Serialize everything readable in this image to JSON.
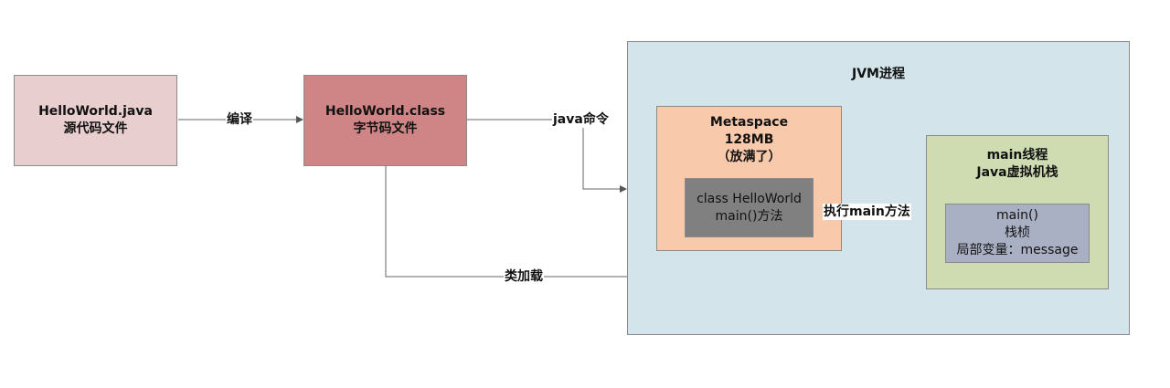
{
  "source_box": {
    "line1": "HelloWorld.java",
    "line2": "源代码文件"
  },
  "class_box": {
    "line1": "HelloWorld.class",
    "line2": "字节码文件"
  },
  "jvm": {
    "title": "JVM进程"
  },
  "metaspace": {
    "line1": "Metaspace",
    "line2": "128MB",
    "line3": "（放满了）"
  },
  "class_in_meta": {
    "line1": "class HelloWorld",
    "line2": "main()方法"
  },
  "main_thread": {
    "line1": "main线程",
    "line2": "Java虚拟机栈"
  },
  "frame": {
    "line1": "main()",
    "line2": "栈桢",
    "line3": "局部变量：message"
  },
  "edges": {
    "compile": "编译",
    "java_cmd": "java命令",
    "class_load": "类加载",
    "exec_main": "执行main方法"
  },
  "colors": {
    "source_fill": "#e8cece",
    "class_fill": "#cf8585",
    "jvm_fill": "#d3e4ea",
    "metaspace_fill": "#f9c9ac",
    "class_in_meta_fill": "#808080",
    "main_thread_fill": "#cfdcb2",
    "frame_fill": "#aab0c4"
  }
}
